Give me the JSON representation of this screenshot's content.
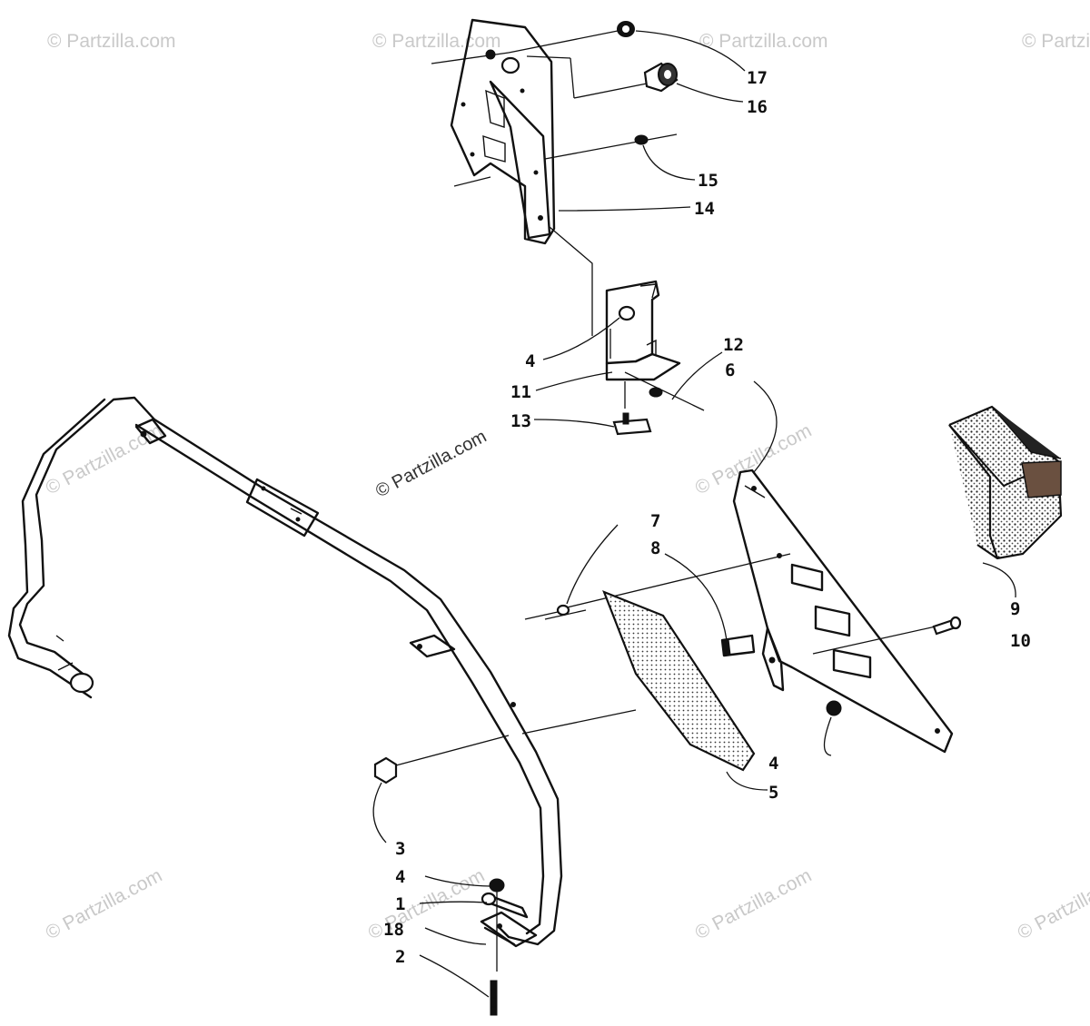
{
  "watermark": {
    "text": "© Partzilla.com",
    "center_text": "© Partzilla.com"
  },
  "callouts": [
    {
      "id": "c17",
      "label": "17"
    },
    {
      "id": "c16",
      "label": "16"
    },
    {
      "id": "c15",
      "label": "15"
    },
    {
      "id": "c14",
      "label": "14"
    },
    {
      "id": "c12",
      "label": "12"
    },
    {
      "id": "c6",
      "label": "6"
    },
    {
      "id": "c4a",
      "label": "4"
    },
    {
      "id": "c11",
      "label": "11"
    },
    {
      "id": "c13",
      "label": "13"
    },
    {
      "id": "c7",
      "label": "7"
    },
    {
      "id": "c8",
      "label": "8"
    },
    {
      "id": "c9",
      "label": "9"
    },
    {
      "id": "c10",
      "label": "10"
    },
    {
      "id": "c4b",
      "label": "4"
    },
    {
      "id": "c5",
      "label": "5"
    },
    {
      "id": "c3",
      "label": "3"
    },
    {
      "id": "c4c",
      "label": "4"
    },
    {
      "id": "c1",
      "label": "1"
    },
    {
      "id": "c18",
      "label": "18"
    },
    {
      "id": "c2",
      "label": "2"
    }
  ]
}
